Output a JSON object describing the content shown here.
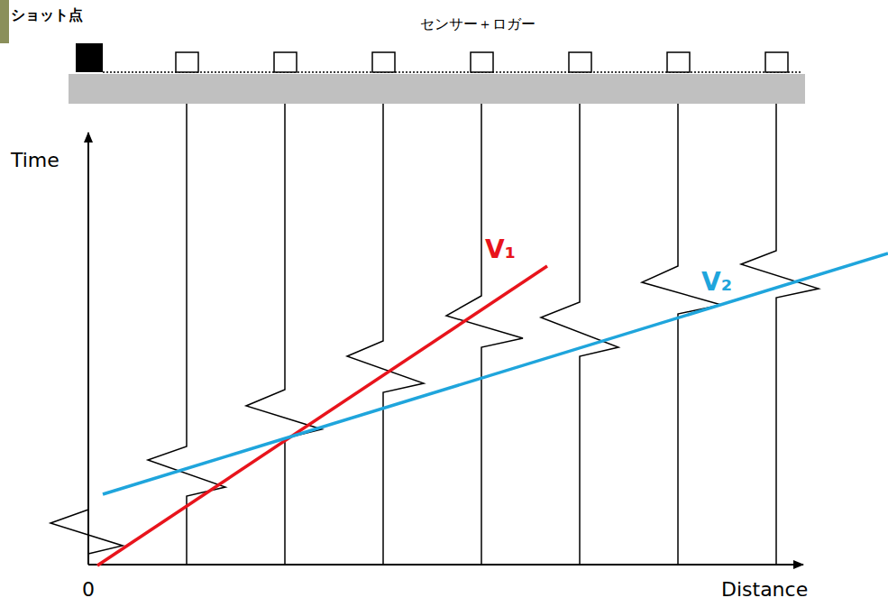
{
  "diagram": {
    "labels": [
      "ショット点",
      "センサー＋ロガー",
      "Time",
      "V₁",
      "V₂",
      "0",
      "Distance"
    ]
  }
}
